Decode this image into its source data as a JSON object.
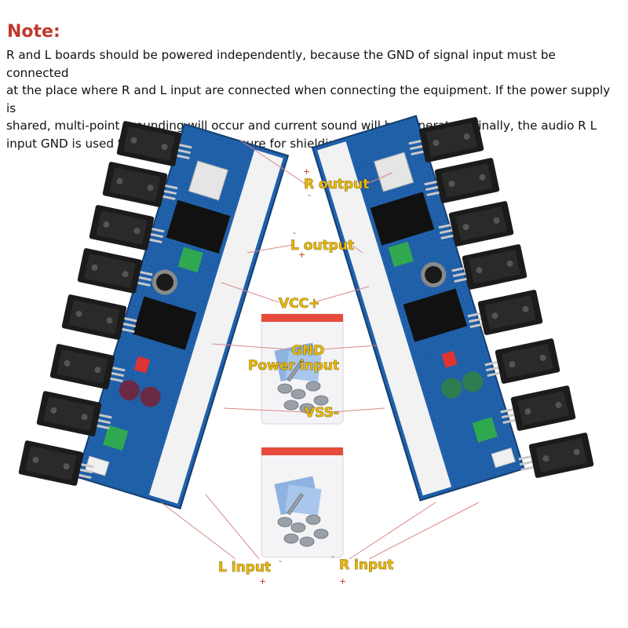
{
  "note": {
    "title": "Note:",
    "lines": [
      "R and L boards should be powered independently, because the GND of signal input must be connected",
      "at the place where R and L input are connected when connecting the equipment. If the power supply is",
      "shared, multi-point grounding will occur and current sound will be generated. Finally, the audio R L",
      "input GND is used to connect the enclosure for shielding."
    ]
  },
  "labels": {
    "r_output": "R output",
    "l_output": "L output",
    "vcc": "VCC+",
    "gnd": "GND",
    "power_input": "Power input",
    "vss": "VSS-",
    "l_input": "L input",
    "r_input": "R input"
  },
  "markers": {
    "plus": "+",
    "minus": "-"
  },
  "colors": {
    "note_title": "#c0392b",
    "label_fill": "#e8b800",
    "pcb_blue": "#1f5fa8",
    "transistor_black": "#1b1b1b",
    "terminal_green": "#2fa84f",
    "pointer_line": "#d98a8a"
  }
}
